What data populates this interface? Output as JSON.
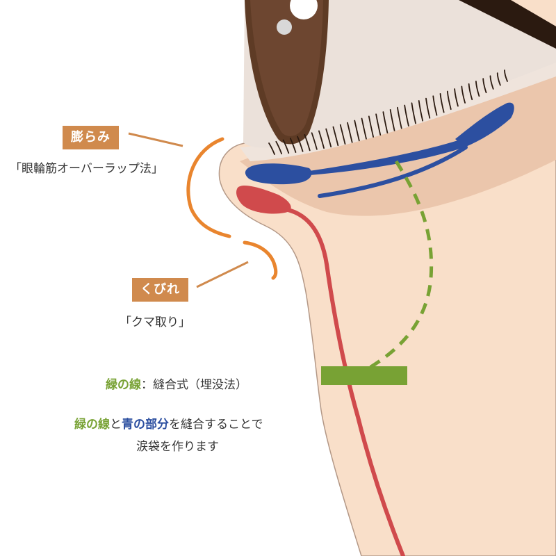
{
  "labels": {
    "bulge": {
      "tag": "膨らみ",
      "caption": "「眼輪筋オーバーラップ法」"
    },
    "hollow": {
      "tag": "くびれ",
      "caption": "「クマ取り」"
    }
  },
  "legend": {
    "green_line_name": "緑の線",
    "green_line_desc": "：縫合式（埋没法）",
    "sentence": {
      "green_part": "緑の線",
      "and": "と",
      "blue_part": "青の部分",
      "rest": "を縫合することで",
      "line2": "涙袋を作ります"
    }
  },
  "colors": {
    "skin": "#f9dfc9",
    "under_eye_shadow": "#ebc6ac",
    "outline": "#b39887",
    "iris": "#5e3b25",
    "lash": "#2b1a10",
    "orange_bracket": "#e9852e",
    "tag_bg": "#d08a4d",
    "blue_part": "#2c4fa0",
    "red_line": "#d04a4c",
    "green_line": "#78a234"
  },
  "icons": [
    "eye-illustration"
  ]
}
